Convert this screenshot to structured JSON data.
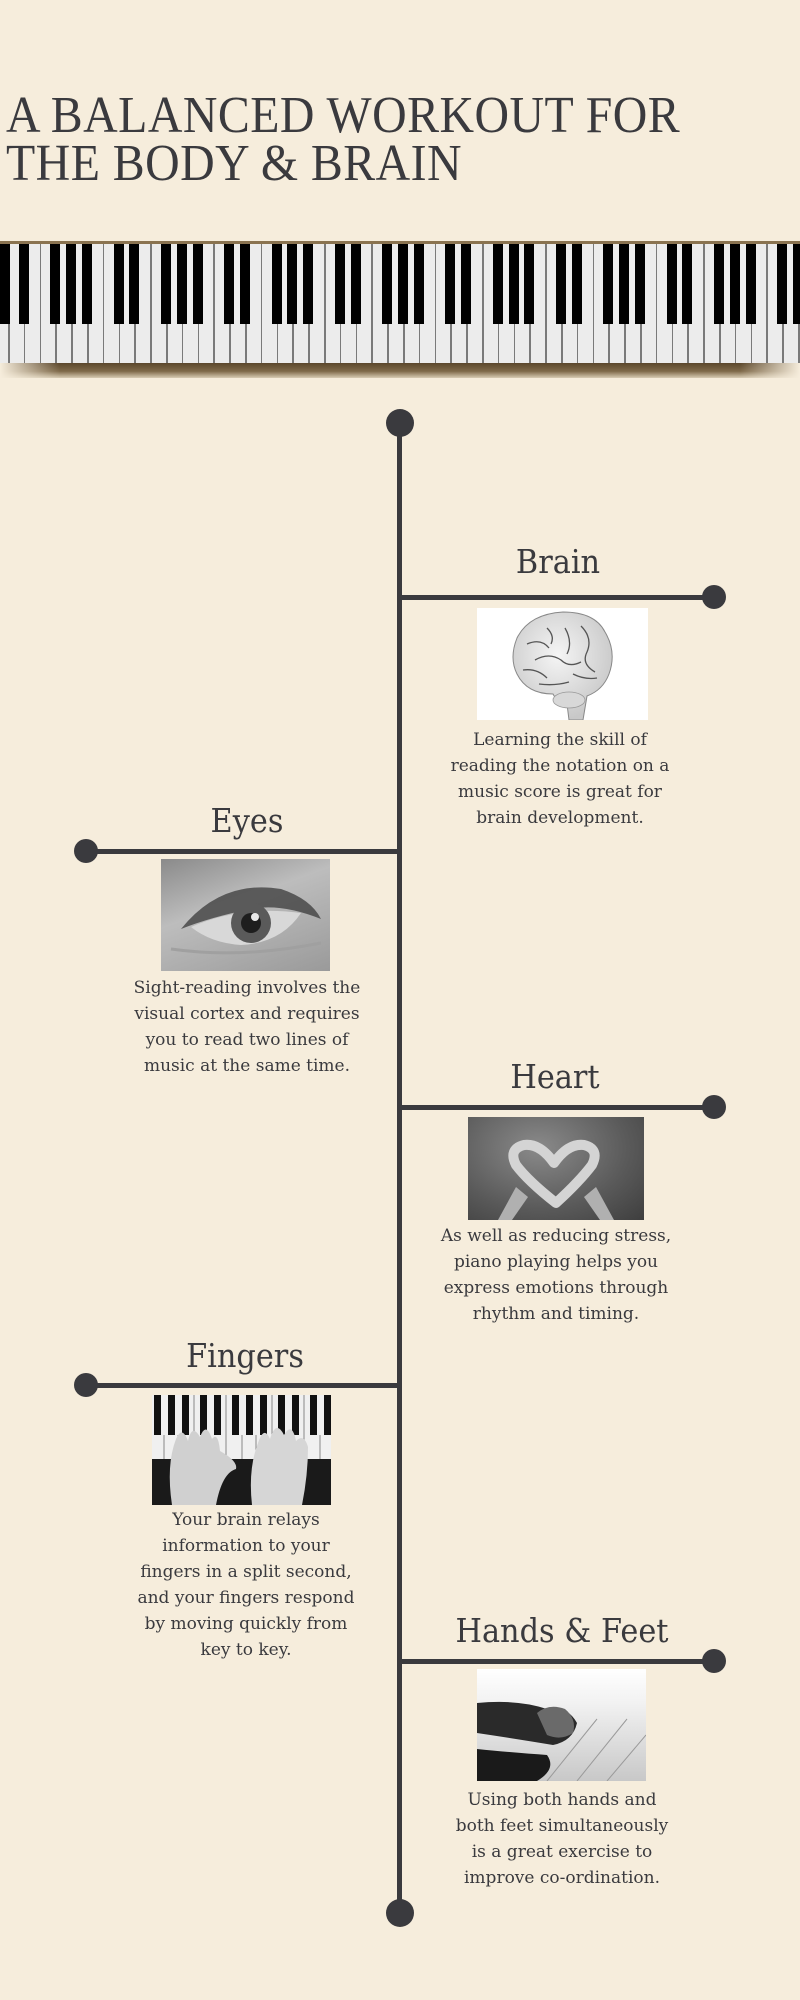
{
  "header": {
    "title_line1": "A BALANCED WORKOUT FOR",
    "title_line2": "THE BODY & BRAIN"
  },
  "colors": {
    "background": "#f6eddc",
    "ink": "#3a3a3e",
    "piano_white": "#ececec",
    "piano_black": "#000000",
    "piano_shadow": "#5b472c"
  },
  "timeline": {
    "items": [
      {
        "side": "right",
        "title": "Brain",
        "image": "brain-illustration",
        "text": "Learning the skill of reading the notation on a music score is great for brain development."
      },
      {
        "side": "left",
        "title": "Eyes",
        "image": "eye-closeup-photo",
        "text": "Sight-reading involves the visual cortex and requires you to read two lines of music at the same time."
      },
      {
        "side": "right",
        "title": "Heart",
        "image": "heart-hands-photo",
        "text": "As well as reducing stress, piano playing helps you express emotions through rhythm and timing."
      },
      {
        "side": "left",
        "title": "Fingers",
        "image": "hands-on-piano-photo",
        "text": "Your brain relays information to your fingers in a split second, and your fingers respond by moving quickly from key to key."
      },
      {
        "side": "right",
        "title": "Hands & Feet",
        "image": "hands-holding-feet-photo",
        "text": "Using both hands and both feet simultaneously is a great exercise to improve co-ordination."
      }
    ]
  }
}
